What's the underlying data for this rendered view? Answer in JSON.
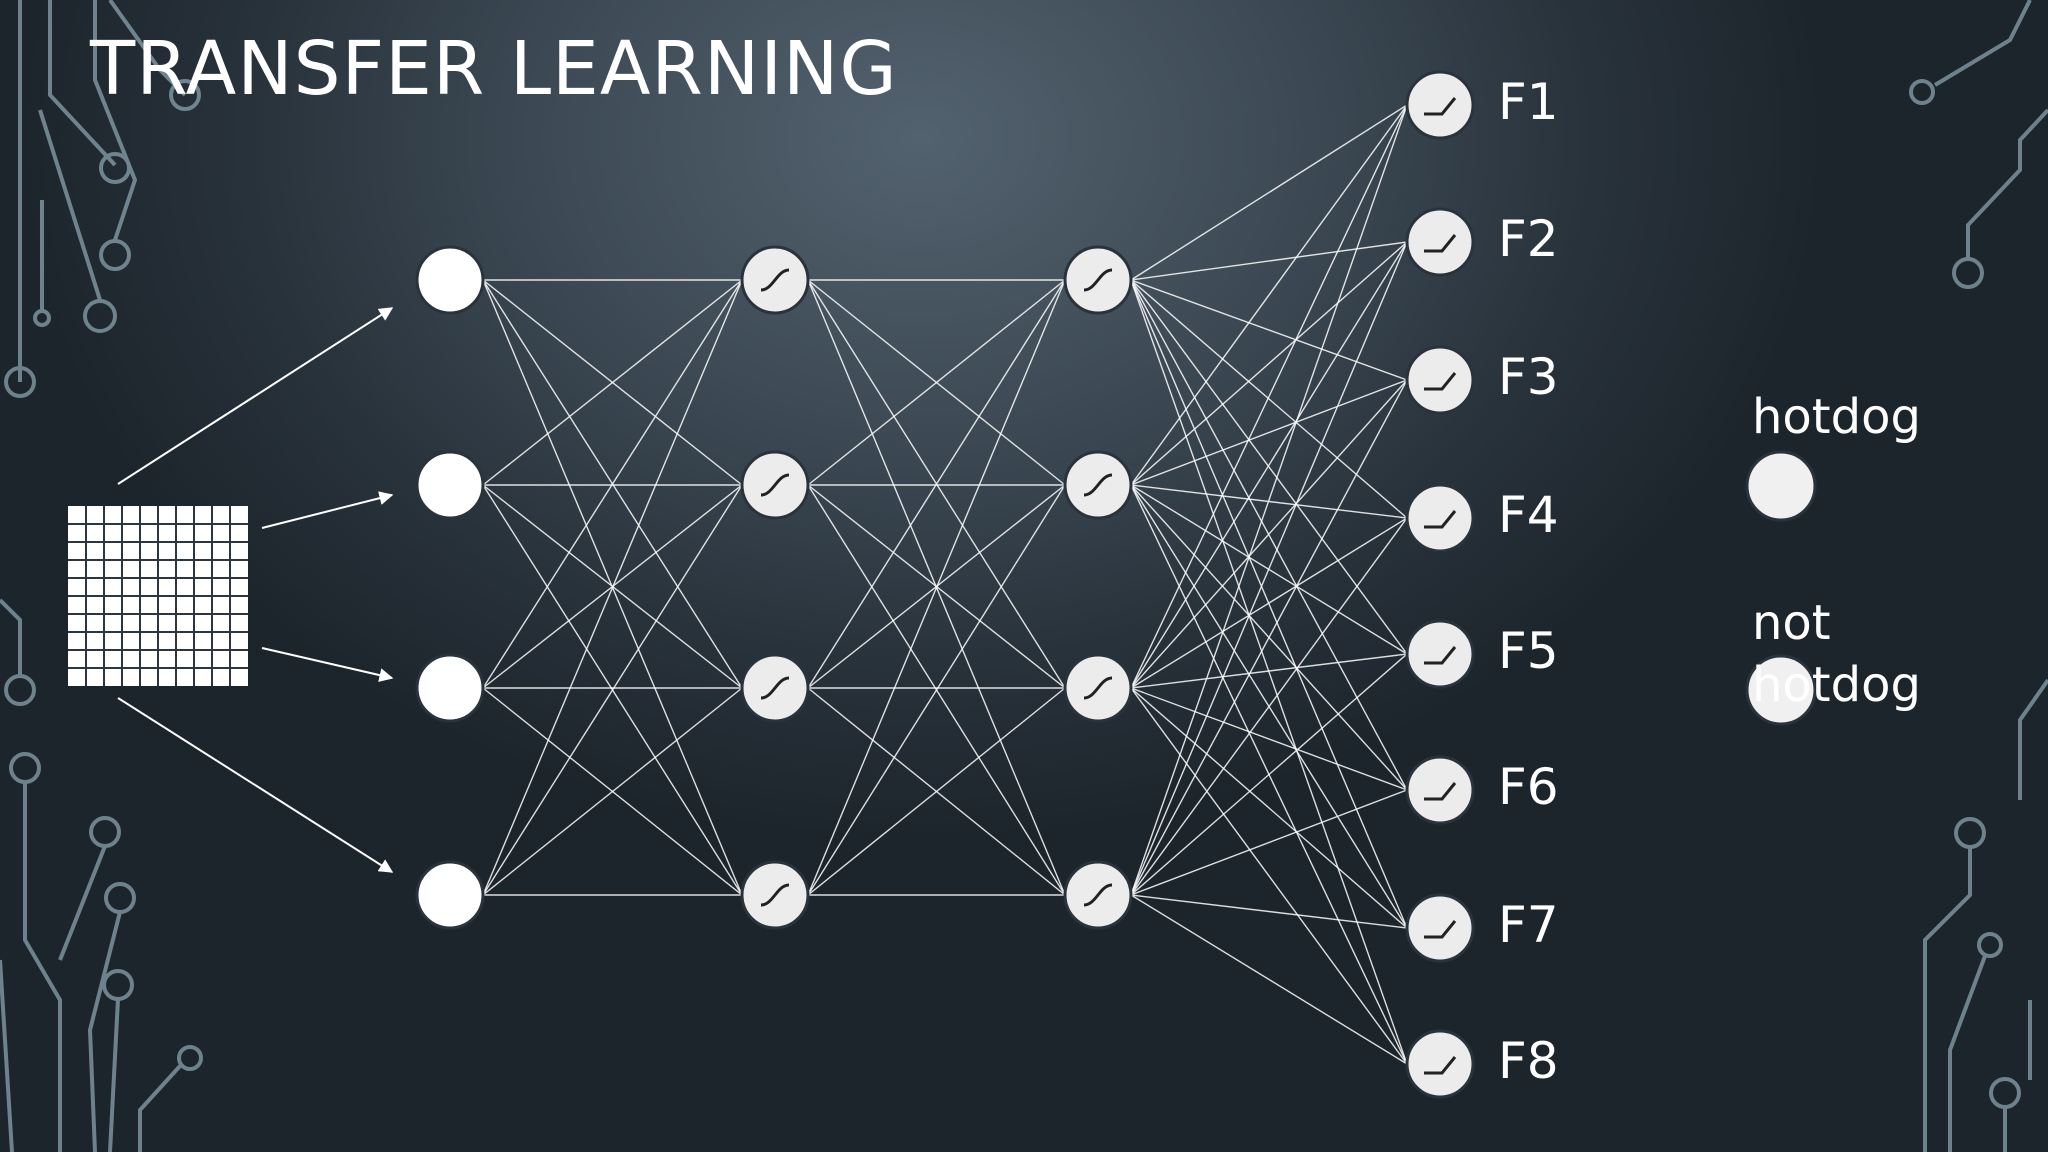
{
  "slide": {
    "title": "TRANSFER LEARNING"
  },
  "diagram": {
    "input_image_icon": "grid-image-icon",
    "layers": [
      {
        "name": "input",
        "nodes": 4,
        "activation": "none"
      },
      {
        "name": "hidden-1",
        "nodes": 4,
        "activation": "sigmoid-icon"
      },
      {
        "name": "hidden-2",
        "nodes": 4,
        "activation": "sigmoid-icon"
      },
      {
        "name": "features",
        "nodes": 8,
        "activation": "relu-icon"
      }
    ],
    "feature_labels": [
      "F1",
      "F2",
      "F3",
      "F4",
      "F5",
      "F6",
      "F7",
      "F8"
    ],
    "output_classes": [
      "hotdog",
      "not\nhotdog"
    ],
    "colors": {
      "node_fill": "#ffffff",
      "edge": "#ffffff",
      "decor": "#8aa2af"
    }
  }
}
